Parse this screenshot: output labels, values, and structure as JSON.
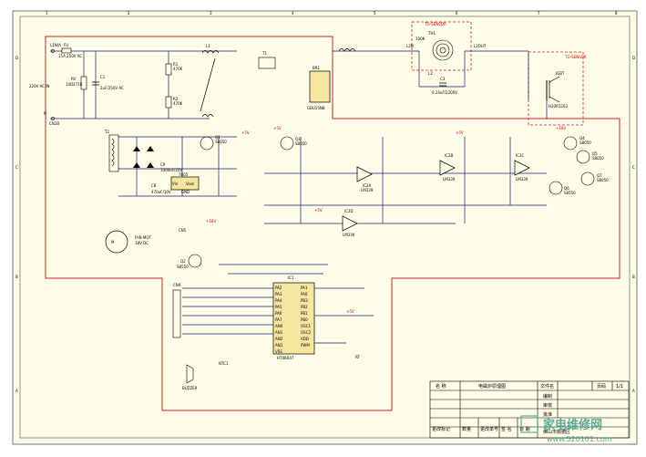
{
  "border": {
    "top_zones": [
      "1",
      "2",
      "3",
      "4",
      "5",
      "6",
      "7",
      "8"
    ],
    "side_zones": [
      "D",
      "C",
      "B",
      "A"
    ]
  },
  "labels": {
    "input_line": "L1N/A",
    "fuse": "FU",
    "fuse_rating": "15A 250V AC",
    "input_neutral": "N",
    "input_neutral_pin": "CN2B",
    "mains": "220V AC IN",
    "varistor": "RV",
    "varistor_type": "14D471K",
    "x_cap": "C1",
    "x_cap_val": "2uF/250V AC",
    "r1": "R1",
    "r1_val": "470K",
    "r2": "R2",
    "r2_val": "470K",
    "choke": "L1",
    "t1": "T1",
    "t2": "T2",
    "bridge": "BR1",
    "bridge_type": "GBU15NB",
    "igbt": "IGBT",
    "igbt_type": "H20R1203",
    "coil": "L2",
    "coil_pin_a": "L2N",
    "coil_pin_b": "L2OUT",
    "thermistor": "TH1",
    "thermistor_val": "100K",
    "res_cap": "C3",
    "res_cap_val": "0.24uF/1200V",
    "sensor_top": "TO-SENSOR",
    "q1": "Q1",
    "q1_type": "S8050",
    "q2": "Q2",
    "q2_type": "S8550",
    "q3": "Q3",
    "q3_type": "S8050",
    "q4": "Q4",
    "q4_type": "S8050",
    "q5": "Q5",
    "q5_type": "S8050",
    "q6": "Q6",
    "q6_type": "S8550",
    "q7": "Q7",
    "q7_type": "S8050",
    "reg": "7805",
    "reg_vin": "Vin",
    "reg_vout": "Vout",
    "reg_gnd": "GND",
    "cap_5v": "C8",
    "cap_5v_val": "470uF/10V",
    "cap_18v": "C9",
    "cap_18v_val": "1000uF/25V",
    "comp1": "IC2A",
    "comp1_type": "LM339",
    "comp2": "IC2B",
    "comp2_type": "LM339",
    "comp3": "IC2C",
    "comp3_type": "LM339",
    "comp4": "IC2D",
    "comp4_type": "LM339",
    "fan": "FAN MOT",
    "fan_volt": "18V DC",
    "fan_connector": "CN5",
    "mcu": "IC1",
    "mcu_type": "HT46R47",
    "mcu_pins_left": [
      "PA2",
      "PA3",
      "PA4",
      "PA5",
      "PA6",
      "PA7",
      "AN0",
      "AN1",
      "AN2",
      "AN3",
      "VSS"
    ],
    "mcu_pins_right": [
      "PA1",
      "PA0",
      "PB3",
      "PB2",
      "PB1",
      "PB0",
      "OSC1",
      "OSC2",
      "VDD",
      "PWM"
    ],
    "display_connector": "CN4",
    "buzzer": "BUZZER",
    "ntc": "NTC1",
    "v5": "+5V",
    "v18": "+18V",
    "rt": "RT"
  },
  "title_block": {
    "name_label": "名 称",
    "name_value": "电磁炉原理图",
    "file_label": "文件名",
    "page_label": "页码",
    "page_value": "1/1",
    "designer": "编制",
    "checker": "审核",
    "approver": "批准",
    "change_mark": "更改标记",
    "quantity": "数量",
    "change_no": "更改单号",
    "signature": "签 名",
    "date": "日 期",
    "company": "佛山市顺德区",
    "watermark": "家电维修网",
    "watermark_url": "www.520101.com"
  },
  "colors": {
    "line": "#1a1a7a",
    "border": "#cc2222",
    "component": "#000000",
    "background": "#fdfde8",
    "watermark": "#3a9e8d"
  }
}
